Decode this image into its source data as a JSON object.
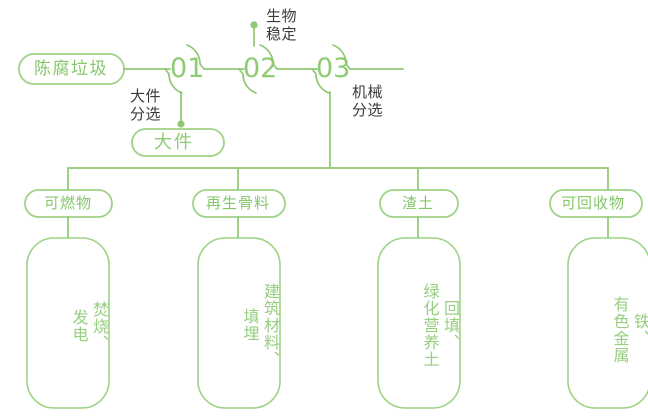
{
  "theme": {
    "line_color": "#8ec873",
    "pill_stroke": "#9ed285",
    "text_green": "#86c76a",
    "text_dark": "#3b3b3b",
    "background": "#ffffff"
  },
  "root": {
    "label": "陈腐垃圾"
  },
  "stages": [
    {
      "number": "01",
      "process_label": "大件\n分选",
      "process_label_line1": "大件",
      "process_label_line2": "分选",
      "output": "大件"
    },
    {
      "number": "02",
      "process_label": "生物\n稳定",
      "process_label_line1": "生物",
      "process_label_line2": "稳定",
      "output": ""
    },
    {
      "number": "03",
      "process_label": "机械\n分选",
      "process_label_line1": "机械",
      "process_label_line2": "分选",
      "output": ""
    }
  ],
  "outputs": [
    {
      "pill": "可燃物",
      "detail": "焚烧、发电",
      "detail_vertical": "焚烧、\n发电"
    },
    {
      "pill": "再生骨料",
      "detail": "建筑材料、填埋",
      "detail_vertical": "建筑材料、\n填埋"
    },
    {
      "pill": "渣土",
      "detail": "回填、绿化营养土",
      "detail_vertical": "回填、\n绿化营养土"
    },
    {
      "pill": "可回收物",
      "detail": "铁、有色金属",
      "detail_vertical": "铁、\n有色金属"
    }
  ]
}
